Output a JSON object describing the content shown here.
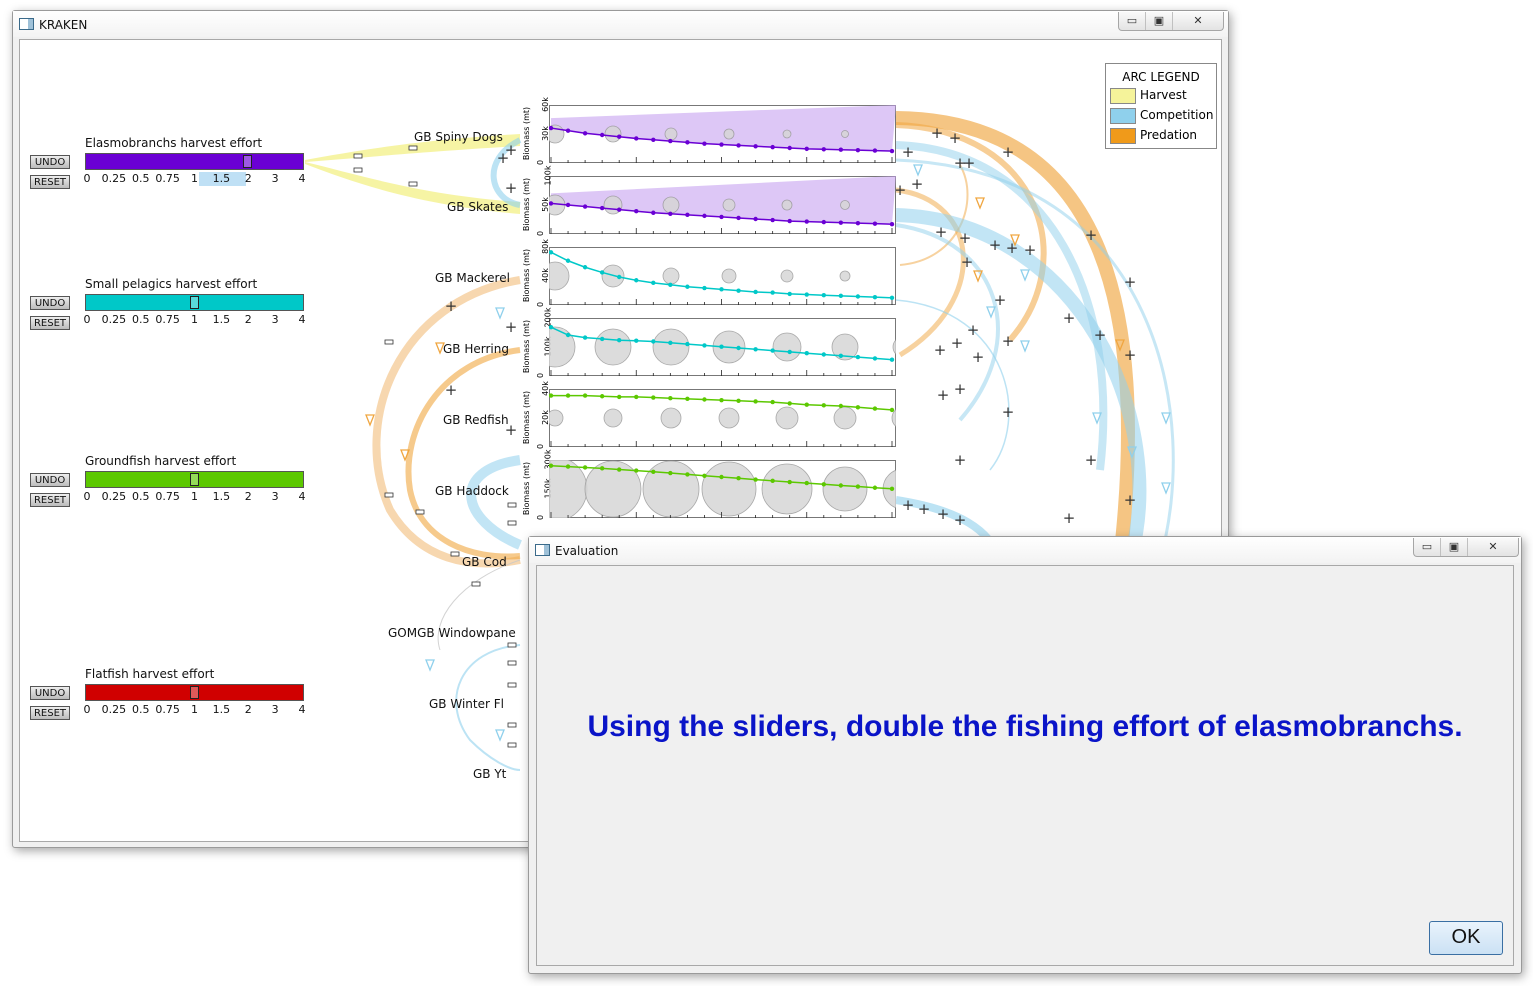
{
  "main_window": {
    "title": "KRAKEN",
    "controls": {
      "minimize": "▭",
      "maximize": "▣",
      "close": "✕"
    }
  },
  "guilds": [
    {
      "name": "Elasmobranchs harvest effort",
      "color": "#6a00d4",
      "value": 2,
      "undo": "UNDO",
      "reset": "RESET",
      "highlight_range": [
        1,
        2
      ]
    },
    {
      "name": "Small pelagics harvest effort",
      "color": "#00c8c8",
      "value": 1,
      "undo": "UNDO",
      "reset": "RESET"
    },
    {
      "name": "Groundfish harvest effort",
      "color": "#5cc800",
      "value": 1,
      "undo": "UNDO",
      "reset": "RESET"
    },
    {
      "name": "Flatfish harvest effort",
      "color": "#d00000",
      "value": 1,
      "undo": "UNDO",
      "reset": "RESET"
    }
  ],
  "slider_ticks": [
    "0",
    "0.25",
    "0.5",
    "0.75",
    "1",
    "1.5",
    "2",
    "3",
    "4"
  ],
  "species": [
    "GB Spiny Dogs",
    "GB Skates",
    "GB Mackerel",
    "GB Herring",
    "GB Redfish",
    "GB Haddock",
    "GB Cod",
    "GOMGB Windowpane",
    "GB Winter Fl",
    "GB Yt"
  ],
  "y_axis_label": "Biomass (mt)",
  "y_ticks": [
    [
      "0",
      "30k",
      "60k"
    ],
    [
      "0",
      "50k",
      "100k"
    ],
    [
      "0",
      "40k",
      "80k"
    ],
    [
      "0",
      "100k",
      "200k"
    ],
    [
      "0",
      "20k",
      "40k"
    ],
    [
      "0",
      "150k",
      "300k"
    ]
  ],
  "legend": {
    "title": "ARC LEGEND",
    "items": [
      {
        "label": "Harvest",
        "color": "#f5f39a"
      },
      {
        "label": "Competition",
        "color": "#8fd0ec"
      },
      {
        "label": "Predation",
        "color": "#f09a1a"
      }
    ]
  },
  "dialog": {
    "title": "Evaluation",
    "message": "Using the sliders, double the fishing effort of elasmobranchs.",
    "ok": "OK",
    "controls": {
      "minimize": "▭",
      "maximize": "▣",
      "close": "✕"
    }
  },
  "chart_data": {
    "type": "line",
    "x_points": 21,
    "series": [
      {
        "name": "GB Spiny Dogs",
        "ylim": [
          0,
          60
        ],
        "values": [
          38,
          35,
          32,
          30,
          28,
          26,
          24.5,
          23,
          21.5,
          20,
          19,
          18,
          17,
          16,
          15,
          14,
          13.5,
          13,
          12.5,
          12,
          11.5
        ],
        "color": "#6a00d4"
      },
      {
        "name": "GB Skates",
        "ylim": [
          0,
          100
        ],
        "values": [
          55,
          52,
          49,
          46,
          43,
          40,
          37,
          35,
          33,
          31,
          29,
          27,
          25,
          23,
          21,
          20,
          19,
          18,
          17,
          16,
          15
        ],
        "color": "#6a00d4"
      },
      {
        "name": "GB Mackerel",
        "ylim": [
          0,
          80
        ],
        "values": [
          78,
          65,
          55,
          47,
          40,
          35,
          31,
          28,
          25,
          23,
          21,
          19,
          17,
          16,
          14,
          13,
          12,
          11,
          10,
          9,
          8
        ],
        "color": "#00c8c8"
      },
      {
        "name": "GB Herring",
        "ylim": [
          0,
          200
        ],
        "values": [
          180,
          150,
          140,
          135,
          130,
          128,
          125,
          120,
          115,
          110,
          105,
          100,
          95,
          90,
          85,
          80,
          75,
          70,
          65,
          60,
          55
        ],
        "color": "#00c8c8"
      },
      {
        "name": "GB Redfish",
        "ylim": [
          0,
          40
        ],
        "values": [
          38,
          38,
          38,
          37.5,
          37,
          37,
          36.5,
          36,
          35.5,
          35,
          34.5,
          34,
          33.5,
          33,
          32,
          31,
          30.5,
          30,
          29,
          28,
          27
        ],
        "color": "#5cc800"
      },
      {
        "name": "GB Haddock",
        "ylim": [
          0,
          300
        ],
        "values": [
          290,
          285,
          280,
          275,
          268,
          262,
          255,
          248,
          240,
          232,
          225,
          218,
          210,
          203,
          196,
          190,
          183,
          176,
          170,
          163,
          157
        ],
        "color": "#5cc800"
      }
    ]
  }
}
